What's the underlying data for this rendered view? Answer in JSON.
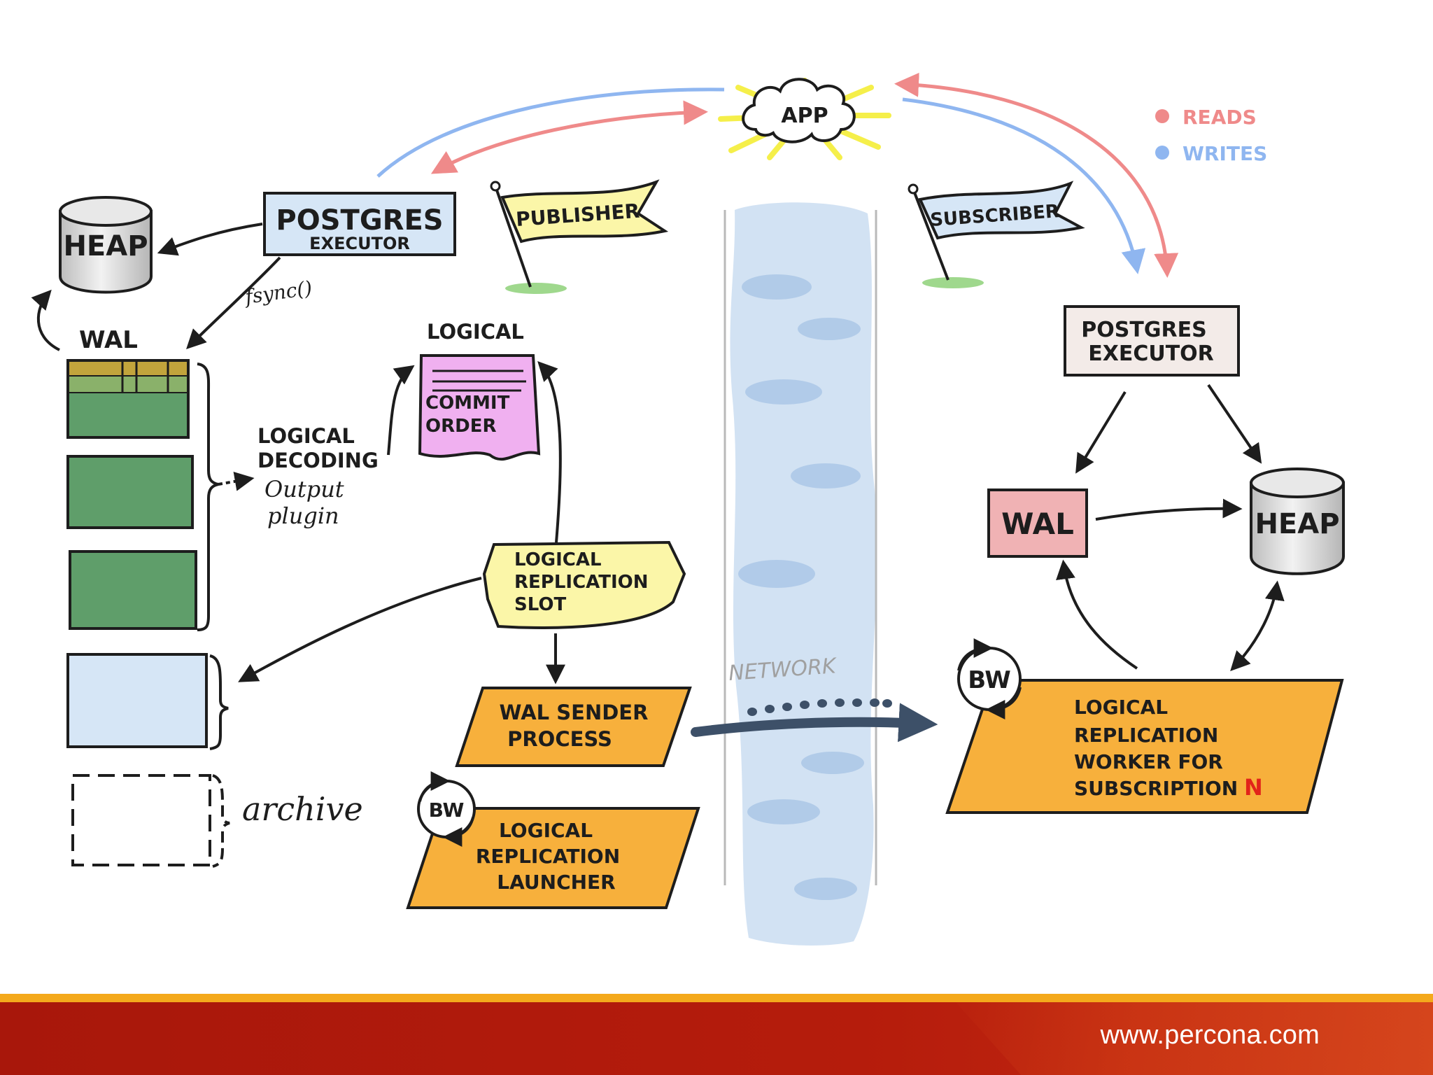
{
  "legend": {
    "reads": {
      "label": "READS",
      "color": "#ef8a8a"
    },
    "writes": {
      "label": "WRITES",
      "color": "#8fb6f0"
    }
  },
  "app": {
    "label": "APP"
  },
  "publisher": {
    "flag": "PUBLISHER",
    "heap": "HEAP",
    "executor_line1": "POSTGRES",
    "executor_line2": "EXECUTOR",
    "fsync": "fsync()",
    "wal": "WAL",
    "decoding_line1": "LOGICAL",
    "decoding_line2": "DECODING",
    "plugin_line1": "Output",
    "plugin_line2": "plugin",
    "logical_label": "LOGICAL",
    "commit_line1": "COMMIT",
    "commit_line2": "ORDER",
    "slot_line1": "LOGICAL",
    "slot_line2": "REPLICATION",
    "slot_line3": "SLOT",
    "sender_line1": "WAL SENDER",
    "sender_line2": "PROCESS",
    "archive": "archive",
    "bw": "BW",
    "launcher_line1": "LOGICAL",
    "launcher_line2": "REPLICATION",
    "launcher_line3": "LAUNCHER"
  },
  "network": {
    "label": "NETWORK"
  },
  "subscriber": {
    "flag": "SUBSCRIBER",
    "executor_line1": "POSTGRES",
    "executor_line2": "EXECUTOR",
    "wal": "WAL",
    "heap": "HEAP",
    "bw": "BW",
    "worker_line1": "LOGICAL",
    "worker_line2": "REPLICATION",
    "worker_line3": "WORKER FOR",
    "worker_line4": "SUBSCRIPTION",
    "worker_n": "N"
  },
  "footer": {
    "url": "www.percona.com"
  },
  "colors": {
    "orange": "#f7b03c",
    "yellow": "#fbf6a8",
    "blue_box": "#d6e6f6",
    "pink": "#f0b2b4",
    "violet": "#f0b0f0",
    "green": "#5f9e6a",
    "heap_gray": "#d8d8d8"
  }
}
